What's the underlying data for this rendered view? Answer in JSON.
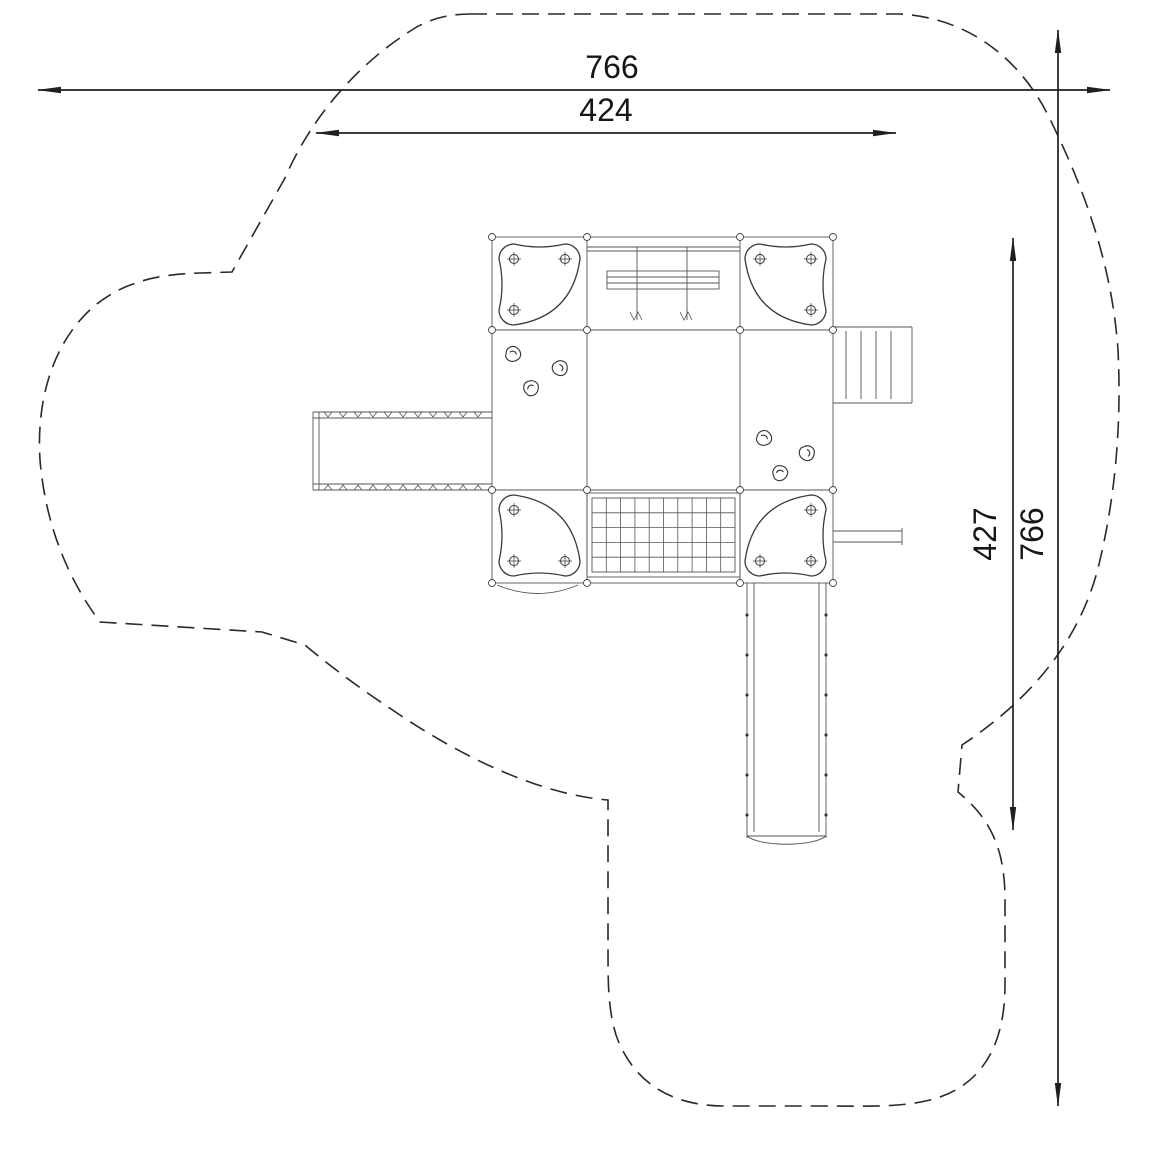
{
  "page": {
    "background_color": "#ffffff",
    "line_color": "#1f1f1f"
  },
  "dimensions": {
    "overall_width": "766",
    "inner_width": "424",
    "inner_height": "427",
    "overall_height": "766"
  }
}
